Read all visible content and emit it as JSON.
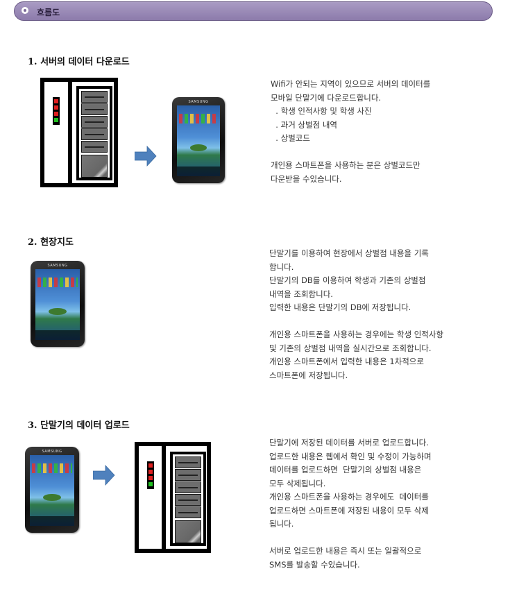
{
  "header": {
    "title": "흐름도"
  },
  "sections": [
    {
      "title": "1. 서버의 데이터 다운로드",
      "lines": [
        "Wifi가 안되는 지역이 있으므로 서버의 데이터를",
        "모바일 단말기에 다운로드합니다.",
        "  . 학생 인적사항 및 학생 사진",
        "  . 과거 상벌점 내역",
        "  . 상벌코드",
        "",
        "개인용 스마트폰을 사용하는 분은 상벌코드만",
        "다운받을 수있습니다."
      ]
    },
    {
      "title": "2. 현장지도",
      "lines": [
        "단말기를 이용하여 현장에서 상벌점 내용을 기록",
        "합니다.",
        "단말기의 DB를 이용하여 학생과 기존의 상벌점",
        "내역을 조회합니다.",
        "입력한 내용은 단말기의 DB에 저장됩니다.",
        "",
        "개인용 스마트폰을 사용하는 경우에는 학생 인적사항",
        "및 기존의 상벌점 내역을 실시간으로 조회합니다.",
        "개인용 스마트폰에서 입력한 내용은 1차적으로",
        "스마트폰에 저장됩니다."
      ]
    },
    {
      "title": "3. 단말기의 데이터 업로드",
      "lines": [
        "단말기에 저장된 데이터를 서버로 업로드합니다.",
        "업로드한 내용은 웹에서 확인 및 수정이 가능하며",
        "데이터를 업로드하면  단말기의 상벌점 내용은",
        "모두 삭제됩니다.",
        "개인용 스마트폰을 사용하는 경우에도  데이터를",
        "업로드하면 스마트폰에 저장된 내용이 모두 삭제",
        "됩니다.",
        "",
        "서버로 업로드한 내용은 즉시 또는 일괄적으로",
        "SMS를 발송할 수있습니다."
      ]
    }
  ],
  "device": {
    "brand": "SAMSUNG"
  },
  "colors": {
    "header": "#9a8bb7",
    "arrow": "#4f81bd",
    "led_red": "#e02020",
    "led_green": "#20c020"
  }
}
